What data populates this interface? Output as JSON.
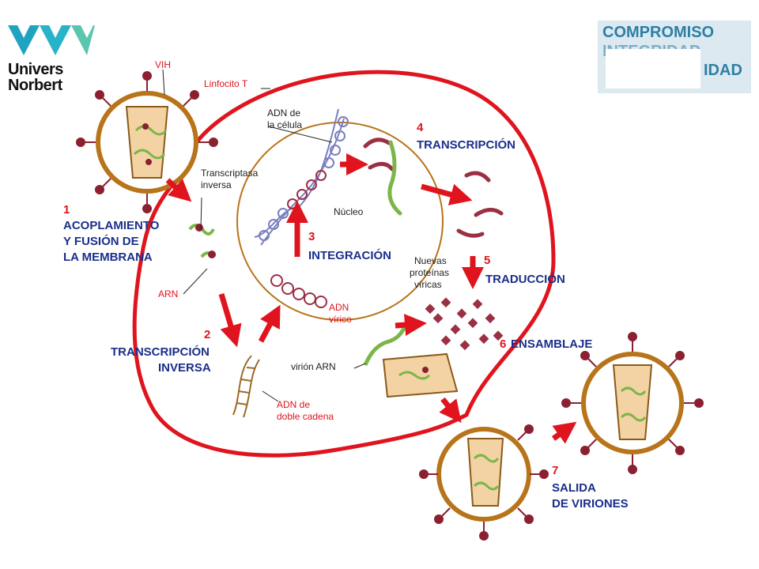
{
  "branding": {
    "left_logo_text_1": "Univers",
    "left_logo_text_2": "Norbert",
    "right_logo_line_1": "COMPROMISO",
    "right_logo_line_2": "INTEGRIDAD",
    "right_logo_line_3": "IDAD"
  },
  "labels": {
    "vih": "VIH",
    "linfocito": "Linfocito T",
    "adn_celula_1": "ADN de",
    "adn_celula_2": "la célula",
    "transcriptasa_1": "Transcriptasa",
    "transcriptasa_2": "inversa",
    "nucleo": "Núcleo",
    "arn": "ARN",
    "adn_virico_1": "ADN",
    "adn_virico_2": "vírico",
    "adn_doble_1": "ADN de",
    "adn_doble_2": "doble cadena",
    "virion_arn": "virión ARN",
    "nuevas_1": "Nuevas",
    "nuevas_2": "proteínas",
    "nuevas_3": "víricas"
  },
  "steps": [
    {
      "num": "1",
      "line1": "ACOPLAMIENTO",
      "line2": "Y FUSIÓN DE",
      "line3": "LA MEMBRANA"
    },
    {
      "num": "2",
      "line1": "TRANSCRIPCIÓN",
      "line2": "INVERSA"
    },
    {
      "num": "3",
      "line1": "INTEGRACIÓN"
    },
    {
      "num": "4",
      "line1": "TRANSCRIPCIÓN"
    },
    {
      "num": "5",
      "line1": "TRADUCCIÓN"
    },
    {
      "num": "6",
      "line1": "ENSAMBLAJE"
    },
    {
      "num": "7",
      "line1": "SALIDA",
      "line2": "DE VIRIONES"
    }
  ],
  "colors": {
    "membrane": "#e0141e",
    "virus_shell": "#b8741a",
    "capsid": "#f3d3a3",
    "spike": "#8b2030",
    "rna_green": "#7ab648",
    "step_text": "#1a2f8a"
  }
}
